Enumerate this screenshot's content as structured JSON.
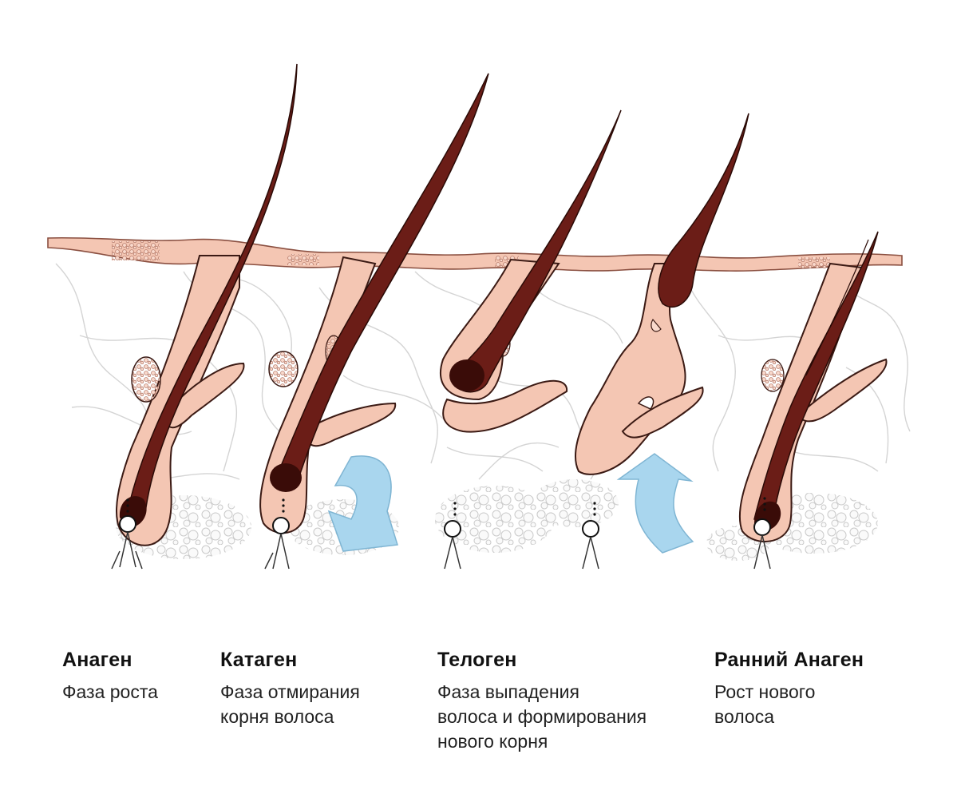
{
  "stages": [
    {
      "title": "Анаген",
      "description": "Фаза роста"
    },
    {
      "title": "Катаген",
      "description": "Фаза отмирания\nкорня волоса"
    },
    {
      "title": "Телоген",
      "description": "Фаза выпадения\nволоса и формирования\nнового корня"
    },
    {
      "title": "Ранний Анаген",
      "description": "Рост нового\nволоса"
    }
  ],
  "colors": {
    "skin": "#f4c6b3",
    "hair": "#6b1d17",
    "hair_dark": "#3a0c08",
    "arrow": "#a9d6ee",
    "tissue_line": "#cfcfcf",
    "text": "#111111"
  },
  "icons": {
    "arrow_down": "curved-arrow-down-icon",
    "arrow_up": "curved-arrow-up-icon",
    "papilla": "dermal-papilla-icon"
  }
}
